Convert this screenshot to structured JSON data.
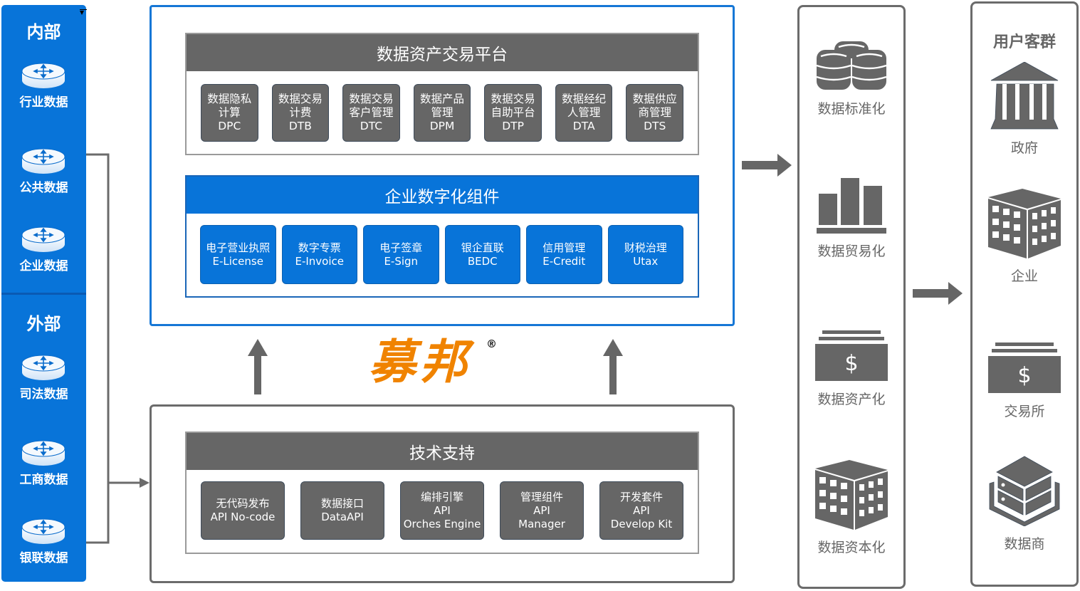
{
  "sources": {
    "internal": {
      "title": "内部",
      "items": [
        {
          "label": "行业数据",
          "icon": "router-icon"
        },
        {
          "label": "公共数据",
          "icon": "router-icon"
        },
        {
          "label": "企业数据",
          "icon": "router-icon"
        }
      ]
    },
    "external": {
      "title": "外部",
      "items": [
        {
          "label": "司法数据",
          "icon": "router-icon"
        },
        {
          "label": "工商数据",
          "icon": "router-icon"
        },
        {
          "label": "银联数据",
          "icon": "router-icon"
        }
      ]
    }
  },
  "trading_platform": {
    "title": "数据资产交易平台",
    "modules": [
      {
        "line1": "数据隐私",
        "line2": "计算",
        "code": "DPC"
      },
      {
        "line1": "数据交易",
        "line2": "计费",
        "code": "DTB"
      },
      {
        "line1": "数据交易",
        "line2": "客户管理",
        "code": "DTC"
      },
      {
        "line1": "数据产品",
        "line2": "管理",
        "code": "DPM"
      },
      {
        "line1": "数据交易",
        "line2": "自助平台",
        "code": "DTP"
      },
      {
        "line1": "数据经纪",
        "line2": "人管理",
        "code": "DTA"
      },
      {
        "line1": "数据供应",
        "line2": "商管理",
        "code": "DTS"
      }
    ]
  },
  "digital_components": {
    "title": "企业数字化组件",
    "modules": [
      {
        "name": "电子营业执照",
        "code": "E-License"
      },
      {
        "name": "数字专票",
        "code": "E-Invoice"
      },
      {
        "name": "电子签章",
        "code": "E-Sign"
      },
      {
        "name": "银企直联",
        "code": "BEDC"
      },
      {
        "name": "信用管理",
        "code": "E-Credit"
      },
      {
        "name": "财税治理",
        "code": "Utax"
      }
    ]
  },
  "brand": {
    "logo_text": "募邦",
    "registered_mark": "®",
    "color": "#f08300"
  },
  "tech_support": {
    "title": "技术支持",
    "modules": [
      {
        "lines": [
          "无代码发布",
          "API No-code"
        ]
      },
      {
        "lines": [
          "数据接口",
          "DataAPI"
        ]
      },
      {
        "lines": [
          "编排引擎",
          "API",
          "Orches Engine"
        ]
      },
      {
        "lines": [
          "管理组件",
          "API",
          "Manager"
        ]
      },
      {
        "lines": [
          "开发套件",
          "API",
          "Develop Kit"
        ]
      }
    ]
  },
  "value_chain": {
    "items": [
      {
        "label": "数据标准化",
        "icon": "database-stack-icon"
      },
      {
        "label": "数据贸易化",
        "icon": "bar-chart-icon"
      },
      {
        "label": "数据资产化",
        "icon": "money-stack-icon"
      },
      {
        "label": "数据资本化",
        "icon": "building-icon"
      }
    ]
  },
  "customers": {
    "title": "用户客群",
    "items": [
      {
        "label": "政府",
        "icon": "government-building-icon"
      },
      {
        "label": "企业",
        "icon": "building-icon"
      },
      {
        "label": "交易所",
        "icon": "money-stack-icon"
      },
      {
        "label": "数据商",
        "icon": "server-box-icon"
      }
    ]
  },
  "colors": {
    "primary_blue": "#0874d9",
    "module_gray": "#666666",
    "accent_orange": "#f08300"
  }
}
